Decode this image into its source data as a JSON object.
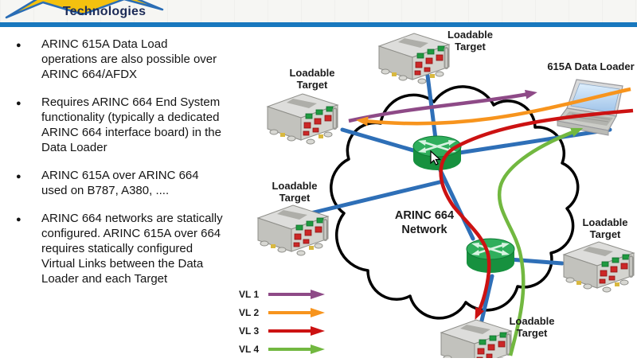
{
  "header": {
    "logo_text": "Technologies"
  },
  "slide": {
    "bullets": [
      [
        "ARINC 615A Data Load",
        "operations are also possible over",
        "ARINC 664/AFDX"
      ],
      [
        "Requires ARINC 664 End System",
        "functionality (typically a dedicated",
        "ARINC 664 interface board) in the",
        "Data Loader"
      ],
      [
        "ARINC 615A over ARINC 664",
        "used on B787, A380, ...."
      ],
      [
        "ARINC 664 networks are statically",
        "configured. ARINC 615A over 664",
        "requires statically configured",
        "Virtual Links between the Data",
        "Loader and each Target"
      ]
    ]
  },
  "diagram": {
    "network_label": "ARINC 664 Network",
    "data_loader_label": "615A Data Loader",
    "targets": [
      {
        "label": "Loadable Target"
      },
      {
        "label": "Loadable Target"
      },
      {
        "label": "Loadable Target"
      },
      {
        "label": "Loadable Target"
      },
      {
        "label": "Loadable Target"
      }
    ],
    "legend": [
      {
        "label": "VL 1",
        "color": "#8e4a87"
      },
      {
        "label": "VL 2",
        "color": "#f7941d"
      },
      {
        "label": "VL 3",
        "color": "#cc1212"
      },
      {
        "label": "VL 4",
        "color": "#72b840"
      }
    ]
  },
  "colors": {
    "link_blue": "#2e6fb7",
    "top_bar_blue": "#1878be",
    "router_green": "#2fae5c",
    "logo_yellow": "#f4c10f",
    "logo_navy": "#1c2b57"
  }
}
